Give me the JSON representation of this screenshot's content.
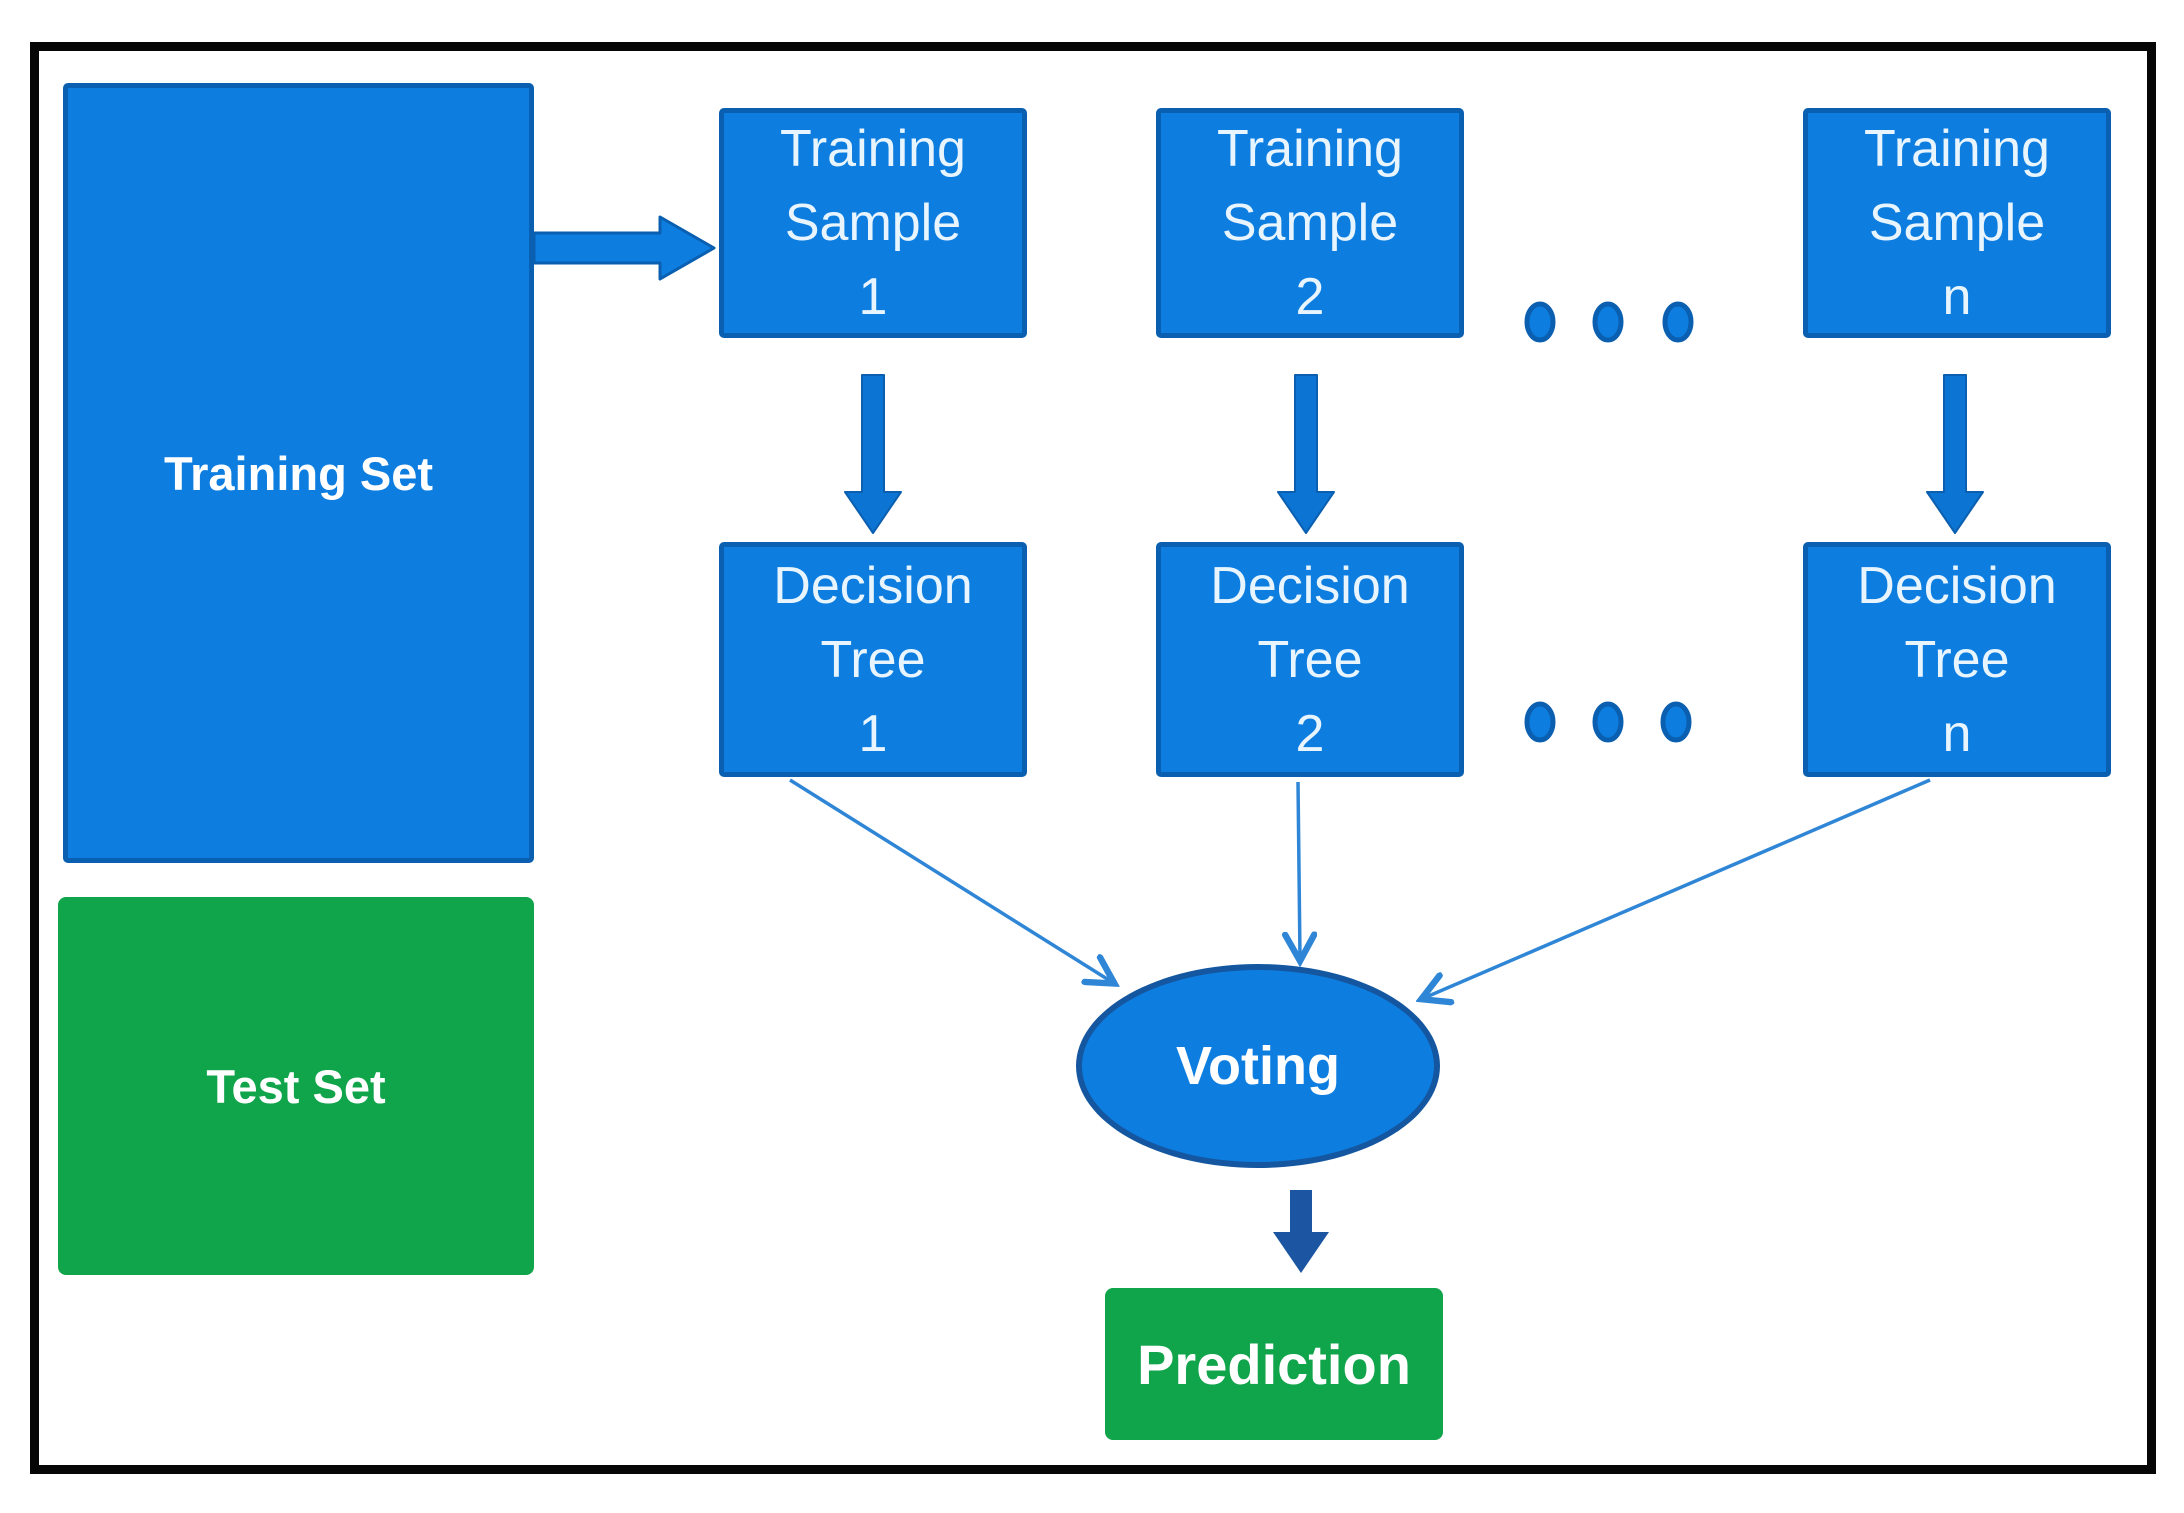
{
  "diagram": {
    "left_column": {
      "training_set": "Training Set",
      "test_set": "Test Set"
    },
    "columns": [
      {
        "sample": [
          "Training",
          "Sample",
          "1"
        ],
        "tree": [
          "Decision",
          "Tree",
          "1"
        ]
      },
      {
        "sample": [
          "Training",
          "Sample",
          "2"
        ],
        "tree": [
          "Decision",
          "Tree",
          "2"
        ]
      },
      {
        "sample": [
          "Training",
          "Sample",
          "n"
        ],
        "tree": [
          "Decision",
          "Tree",
          "n"
        ]
      }
    ],
    "voting": "Voting",
    "prediction": "Prediction"
  },
  "colors": {
    "blue": "#0d7ee0",
    "blue_border": "#0a5fb0",
    "vertical_arrow": "#0c74d2",
    "green": "#10a44b",
    "ellipse_border": "#1457a0",
    "thin_arrow": "#2f86d6",
    "dark_arrow": "#1c55a2",
    "text_white": "#ffffff",
    "frame_black": "#060606"
  }
}
